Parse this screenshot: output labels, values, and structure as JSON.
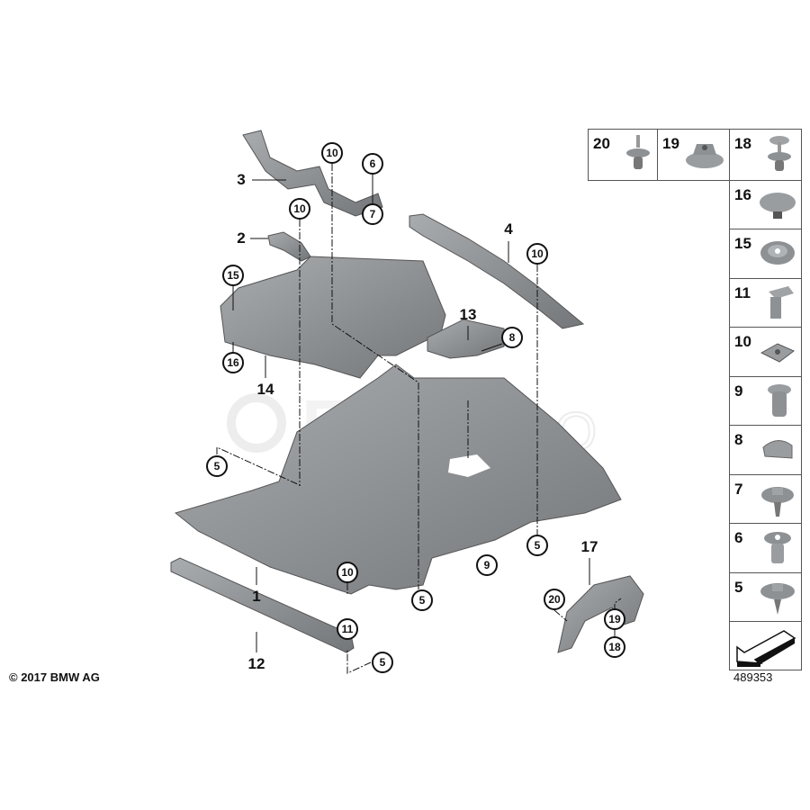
{
  "copyright": "© 2017 BMW AG",
  "diagram_number": "489353",
  "watermark": "ECP EURO",
  "part_labels": {
    "p1": "1",
    "p2": "2",
    "p3": "3",
    "p4": "4",
    "p12": "12",
    "p13": "13",
    "p14": "14",
    "p17": "17"
  },
  "callouts": [
    "10",
    "6",
    "7",
    "10",
    "10",
    "15",
    "16",
    "8",
    "5",
    "9",
    "5",
    "10",
    "5",
    "11",
    "5",
    "20",
    "19",
    "18"
  ],
  "legend": {
    "top_row": [
      "20",
      "19",
      "18"
    ],
    "column": [
      "16",
      "15",
      "11",
      "10",
      "9",
      "8",
      "7",
      "6",
      "5"
    ]
  },
  "colors": {
    "part": "#8e9194",
    "part_dark": "#6e7174",
    "line": "#111111"
  }
}
